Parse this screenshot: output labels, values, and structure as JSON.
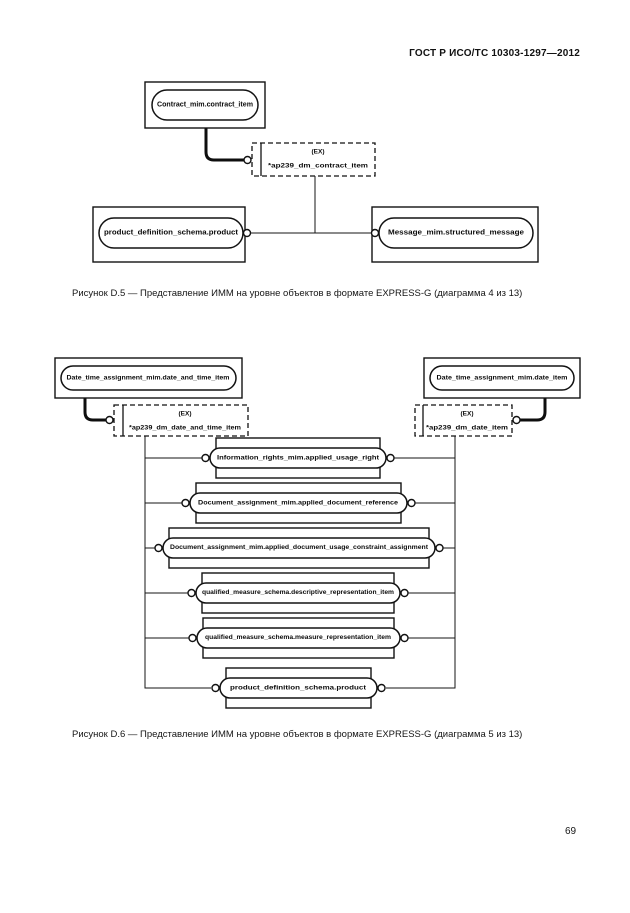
{
  "header": {
    "standard_code": "ГОСТ Р ИСО/ТС 10303-1297—2012"
  },
  "page_number": "69",
  "figure_d5": {
    "caption": "Рисунок  D.5 — Представление ИММ на уровне объектов в формате EXPRESS-G (диаграмма 4 из 13)",
    "ex_tag": "(EX)",
    "nodes": {
      "contract_item": "Contract_mim.contract_item",
      "ap239_ref": "*ap239_dm_contract_item",
      "product": "product_definition_schema.product",
      "message": "Message_mim.structured_message"
    }
  },
  "figure_d6": {
    "caption": "Рисунок  D.6 — Представление ИММ на уровне объектов в формате EXPRESS-G (диаграмма 5 из 13)",
    "ex_tag": "(EX)",
    "nodes": {
      "date_and_time_item": "Date_time_assignment_mim.date_and_time_item",
      "date_item": "Date_time_assignment_mim.date_item",
      "ap239_date_and_time_ref": "*ap239_dm_date_and_time_item",
      "ap239_date_ref": "*ap239_dm_date_item"
    },
    "rows": [
      "Information_rights_mim.applied_usage_right",
      "Document_assignment_mim.applied_document_reference",
      "Document_assignment_mim.applied_document_usage_constraint_assignment",
      "qualified_measure_schema.descriptive_representation_item",
      "qualified_measure_schema.measure_representation_item",
      "product_definition_schema.product"
    ]
  }
}
